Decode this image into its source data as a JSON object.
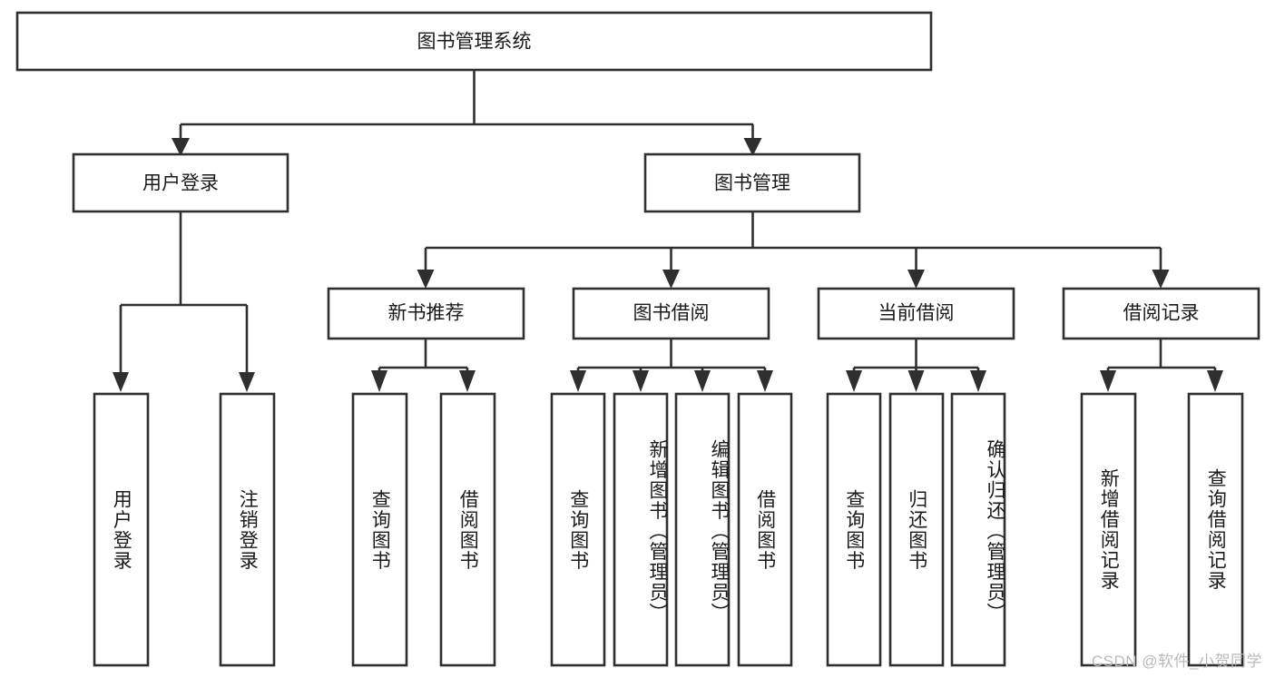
{
  "diagram": {
    "title": "图书管理系统",
    "type": "hierarchy-tree",
    "watermark": "CSDN @软件_小贺同学",
    "colors": {
      "box_stroke": "#2f2f2f",
      "box_fill": "#ffffff",
      "text": "#1a1a1a",
      "background": "#ffffff",
      "watermark": "#b9b9b9"
    },
    "root": {
      "label": "图书管理系统"
    },
    "level2": [
      {
        "label": "用户登录"
      },
      {
        "label": "图书管理"
      }
    ],
    "level3": [
      {
        "label": "新书推荐"
      },
      {
        "label": "图书借阅"
      },
      {
        "label": "当前借阅"
      },
      {
        "label": "借阅记录"
      }
    ],
    "leaves": {
      "user_login": [
        {
          "label": "用户登录"
        },
        {
          "label": "注销登录"
        }
      ],
      "new_book_recommend": [
        {
          "label": "查询图书"
        },
        {
          "label": "借阅图书"
        }
      ],
      "book_borrow": [
        {
          "label": "查询图书"
        },
        {
          "label": "新增图书（管理员）"
        },
        {
          "label": "编辑图书（管理员）"
        },
        {
          "label": "借阅图书"
        }
      ],
      "current_borrow": [
        {
          "label": "查询图书"
        },
        {
          "label": "归还图书"
        },
        {
          "label": "确认归还（管理员）"
        }
      ],
      "borrow_record": [
        {
          "label": "新增借阅记录"
        },
        {
          "label": "查询借阅记录"
        }
      ]
    }
  }
}
